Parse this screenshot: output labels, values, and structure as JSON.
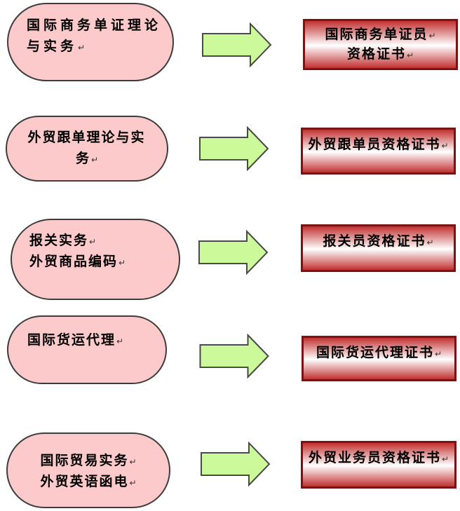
{
  "colors": {
    "stadium_fill": "#FCCACA",
    "stadium_border": "#3D3D3D",
    "arrow_fill": "#CCF999",
    "arrow_border": "#4A4A4A",
    "box_border": "#7A1414",
    "box_red": "#C23131",
    "text_color": "#000000"
  },
  "icons": {
    "arrow": "right-block-arrow",
    "line_break": "return-mark"
  },
  "rows": [
    {
      "course": {
        "lines": [
          {
            "text": "国际商务单证理论",
            "mark": ""
          },
          {
            "text": "与实务",
            "mark": "↵"
          }
        ]
      },
      "certificate": {
        "lines": [
          {
            "text": "国际商务单证员",
            "mark": "↵"
          },
          {
            "text": "资格证书",
            "mark": "↵"
          }
        ]
      }
    },
    {
      "course": {
        "lines": [
          {
            "text": "外贸跟单理论与实",
            "mark": ""
          },
          {
            "text": "务",
            "mark": "↵"
          }
        ]
      },
      "certificate": {
        "lines": [
          {
            "text": "外贸跟单员资格证书",
            "mark": "↵"
          }
        ]
      }
    },
    {
      "course": {
        "lines": [
          {
            "text": "报关实务",
            "mark": "↵"
          },
          {
            "text": "外贸商品编码",
            "mark": "↵"
          }
        ]
      },
      "certificate": {
        "lines": [
          {
            "text": "报关员资格证书",
            "mark": "↵"
          }
        ]
      }
    },
    {
      "course": {
        "lines": [
          {
            "text": "国际货运代理",
            "mark": "↵"
          }
        ]
      },
      "certificate": {
        "lines": [
          {
            "text": "国际货运代理证书",
            "mark": "↵"
          }
        ]
      }
    },
    {
      "course": {
        "lines": [
          {
            "text": "国际贸易实务",
            "mark": "↵"
          },
          {
            "text": "外贸英语函电",
            "mark": "↵"
          }
        ]
      },
      "certificate": {
        "lines": [
          {
            "text": "外贸业务员资格证书",
            "mark": "↵"
          }
        ]
      }
    }
  ]
}
